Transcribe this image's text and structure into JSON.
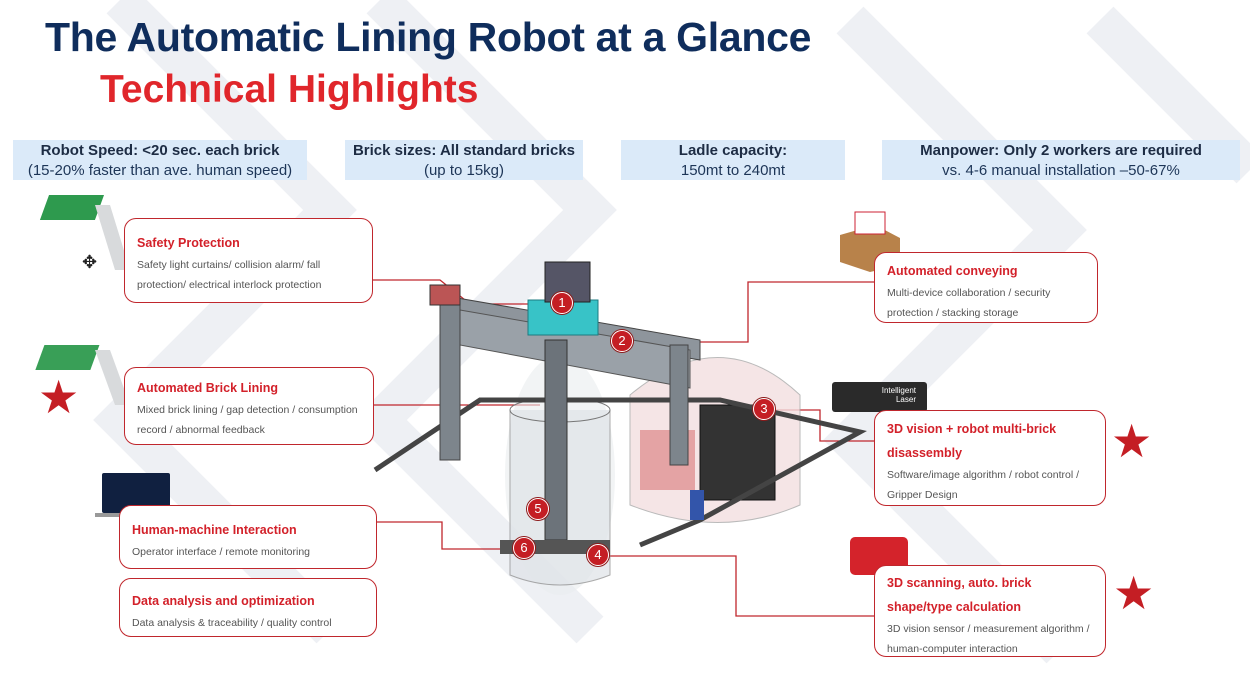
{
  "header": {
    "title": "The Automatic Lining Robot at a Glance",
    "subtitle": "Technical Highlights"
  },
  "specs": [
    {
      "title": "Robot Speed: <20 sec. each brick",
      "detail": "(15-20% faster than ave. human speed)"
    },
    {
      "title": "Brick sizes: All standard bricks",
      "detail": "(up to 15kg)"
    },
    {
      "title": "Ladle capacity:",
      "detail": "150mt to 240mt"
    },
    {
      "title": "Manpower: Only 2 workers are required",
      "detail": "vs. 4-6 manual installation  –50-67%"
    }
  ],
  "features": {
    "safety": {
      "title": "Safety Protection",
      "desc": "Safety light curtains/ collision alarm/ fall protection/ electrical interlock protection"
    },
    "lining": {
      "title": "Automated Brick Lining",
      "desc": "Mixed brick lining / gap detection / consumption record / abnormal feedback"
    },
    "hmi": {
      "title": "Human-machine Interaction",
      "desc": "Operator interface / remote monitoring"
    },
    "data": {
      "title": "Data analysis and optimization",
      "desc": "Data analysis & traceability / quality control"
    },
    "conveying": {
      "title": "Automated conveying",
      "desc": "Multi-device collaboration / security protection / stacking storage"
    },
    "vision": {
      "title": "3D vision + robot multi-brick disassembly",
      "desc": "Software/image algorithm / robot control / Gripper  Design"
    },
    "scanning": {
      "title": "3D scanning, auto. brick shape/type calculation",
      "desc": "3D vision sensor / measurement algorithm / human-computer interaction"
    }
  },
  "device_label": "Intelligent Laser",
  "markers": [
    "1",
    "2",
    "3",
    "4",
    "5",
    "6"
  ],
  "colors": {
    "navy": "#0f2d5c",
    "red": "#e0262b",
    "spec_bg": "#dbeaf9"
  }
}
